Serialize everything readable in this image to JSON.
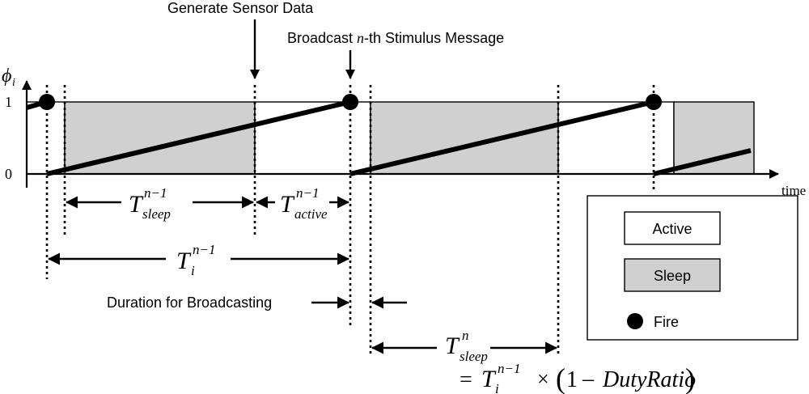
{
  "axes": {
    "y_label": "ϕ",
    "y_label_sub": "i",
    "y_tick_top": "1",
    "y_tick_bottom": "0",
    "x_label": "time"
  },
  "annotations": {
    "generate": "Generate Sensor Data",
    "broadcast_pre": "Broadcast ",
    "broadcast_n": "n",
    "broadcast_post": "-th Stimulus Message",
    "duration": "Duration for Broadcasting"
  },
  "intervals": {
    "t_sleep_prev": {
      "base": "T",
      "sup": "n−1",
      "sub": "sleep"
    },
    "t_active_prev": {
      "base": "T",
      "sup": "n−1",
      "sub": "active"
    },
    "t_i_prev": {
      "base": "T",
      "sup": "n−1",
      "sub": "i"
    },
    "t_sleep_n": {
      "base": "T",
      "sup": "n",
      "sub": "sleep"
    }
  },
  "formula": {
    "eq": "=",
    "base": "T",
    "sup": "n−1",
    "sub": "i",
    "times": "×",
    "lparen": "(",
    "one": "1",
    "minus": "–",
    "duty": "DutyRatio",
    "rparen": ")"
  },
  "legend": {
    "active": "Active",
    "sleep": "Sleep",
    "fire": "Fire"
  },
  "colors": {
    "sleep_fill": "#d0d0d0",
    "active_fill": "#ffffff",
    "ink": "#000000"
  }
}
